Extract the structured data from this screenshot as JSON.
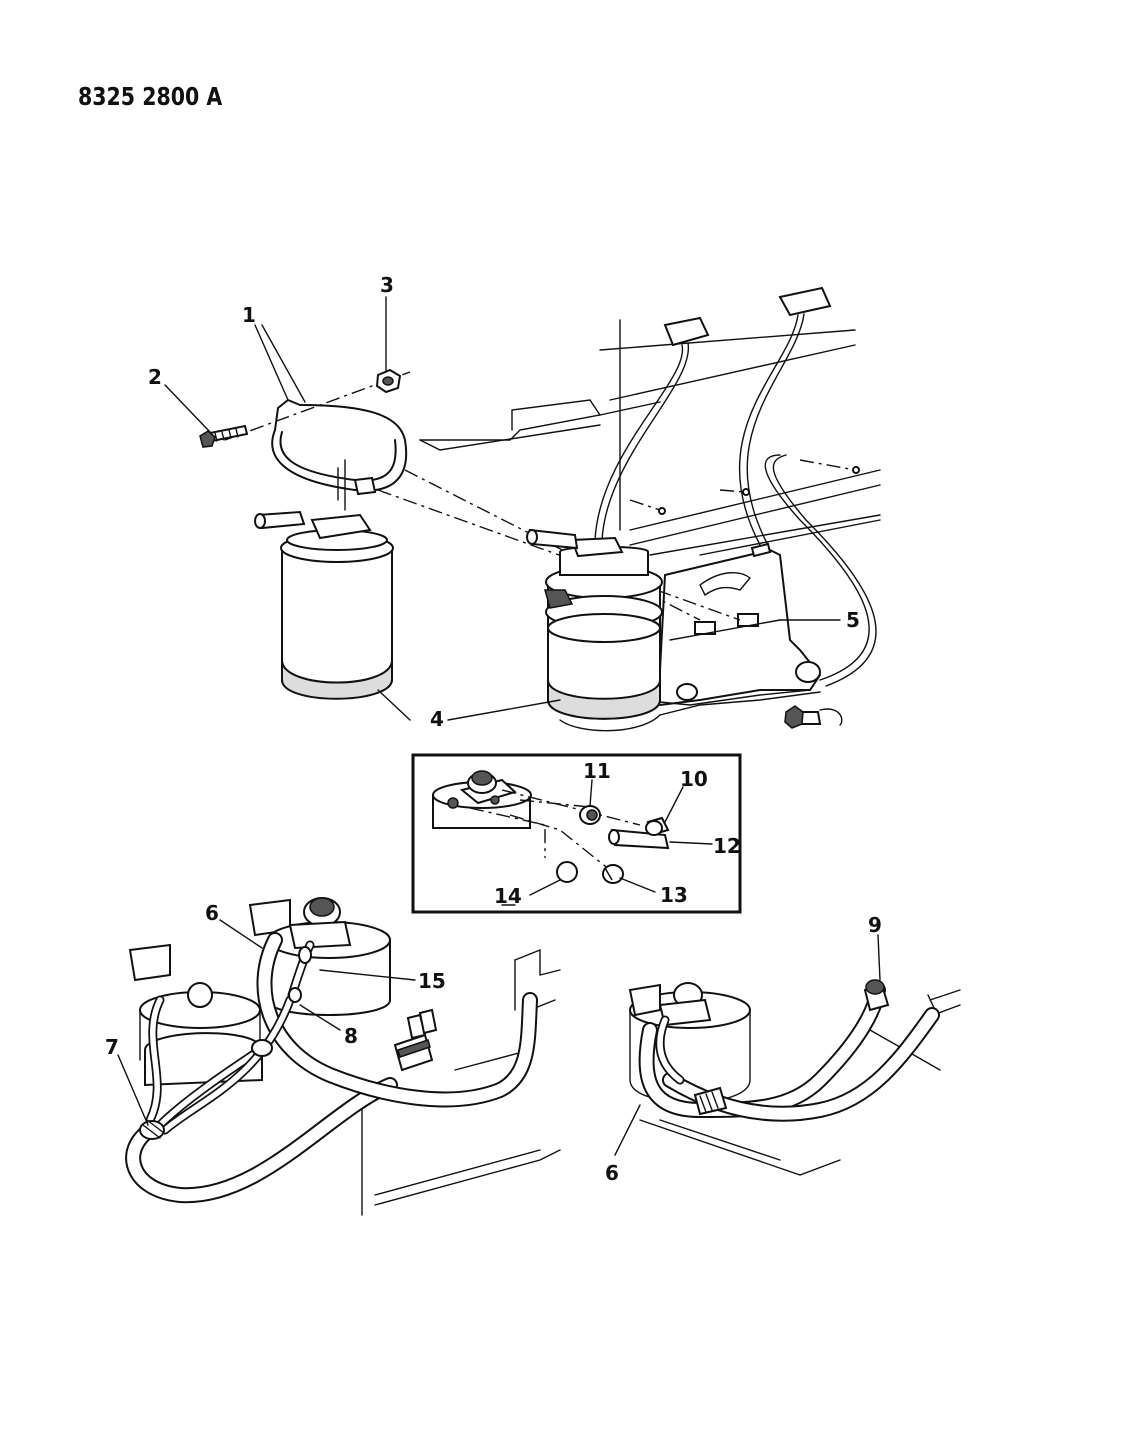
{
  "document": {
    "code": "8325 2800 A"
  },
  "callouts": {
    "c1": "1",
    "c2": "2",
    "c3": "3",
    "c4": "4",
    "c5": "5",
    "c6a": "6",
    "c6b": "6",
    "c7": "7",
    "c8": "8",
    "c9": "9",
    "c10": "10",
    "c11": "11",
    "c12": "12",
    "c13": "13",
    "c14": "14",
    "c15": "15"
  }
}
